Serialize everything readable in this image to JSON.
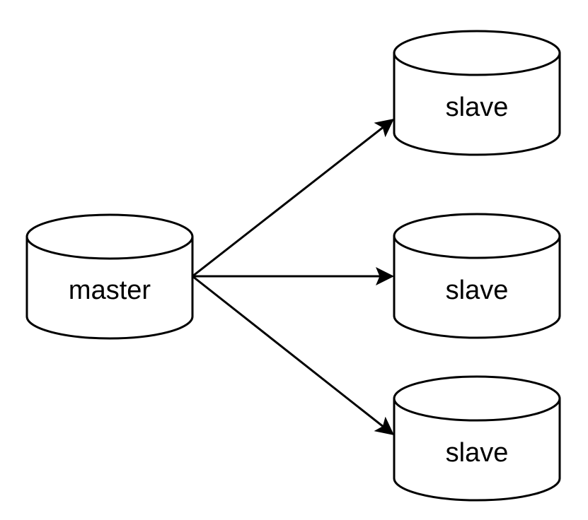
{
  "diagram": {
    "background_color": "#ffffff",
    "stroke_color": "#000000",
    "shape_fill_color": "#ffffff",
    "text_color": "#000000",
    "nodes": [
      {
        "id": "master",
        "label": "master",
        "shape": "database-cylinder"
      },
      {
        "id": "slave-1",
        "label": "slave",
        "shape": "database-cylinder"
      },
      {
        "id": "slave-2",
        "label": "slave",
        "shape": "database-cylinder"
      },
      {
        "id": "slave-3",
        "label": "slave",
        "shape": "database-cylinder"
      }
    ],
    "edges": [
      {
        "from": "master",
        "to": "slave-1",
        "arrow": "filled-triangle"
      },
      {
        "from": "master",
        "to": "slave-2",
        "arrow": "filled-triangle"
      },
      {
        "from": "master",
        "to": "slave-3",
        "arrow": "filled-triangle"
      }
    ]
  }
}
